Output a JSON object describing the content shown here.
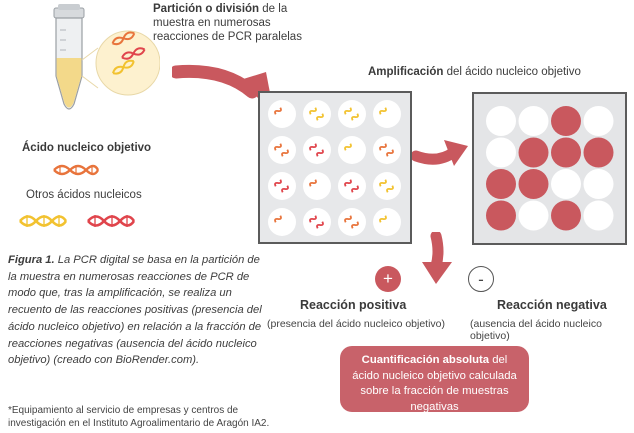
{
  "partition": {
    "title": "Partición o división",
    "rest": " de la muestra en numerosas reacciones de PCR paralelas"
  },
  "amplification": {
    "title": "Amplificación",
    "rest": " del ácido nucleico objetivo"
  },
  "target": {
    "label": "Ácido nucleico objetivo"
  },
  "others": {
    "label": "Otros ácidos nucleicos"
  },
  "caption": {
    "label": "Figura 1.",
    "text": " La PCR digital se basa en la partición de la muestra en numerosas reacciones de PCR de modo que, tras la amplificación, se realiza un recuento de las reacciones positivas (presencia del ácido nucleico objetivo) en relación a la fracción de reacciones negativas (ausencia del ácido nucleico objetivo) (creado con BioRender.com)."
  },
  "positive": {
    "sign": "+",
    "title": "Reacción positiva",
    "subtitle": "(presencia del ácido nucleico objetivo)"
  },
  "negative": {
    "sign": "-",
    "title": "Reacción negativa",
    "subtitle": "(ausencia del ácido nucleico objetivo)"
  },
  "quantification": {
    "title": "Cuantificación absoluta",
    "rest": " del ácido nucleico objetivo calculada sobre la fracción de muestras negativas"
  },
  "footnote": {
    "text": "*Equipamiento al servicio de empresas y centros de investigación en el Instituto Agroalimentario de Aragón IA2."
  },
  "result_grid": [
    [
      "neg",
      "neg",
      "pos",
      "neg"
    ],
    [
      "neg",
      "pos",
      "pos",
      "pos"
    ],
    [
      "pos",
      "pos",
      "neg",
      "neg"
    ],
    [
      "pos",
      "neg",
      "pos",
      "neg"
    ]
  ],
  "colors": {
    "accent": "#c9585e",
    "box": "#c8626a",
    "plate": "#e7e8ea",
    "dna_target": "#e8743c",
    "dna_other_yellow": "#f2c230",
    "dna_other_red": "#e0454c"
  }
}
